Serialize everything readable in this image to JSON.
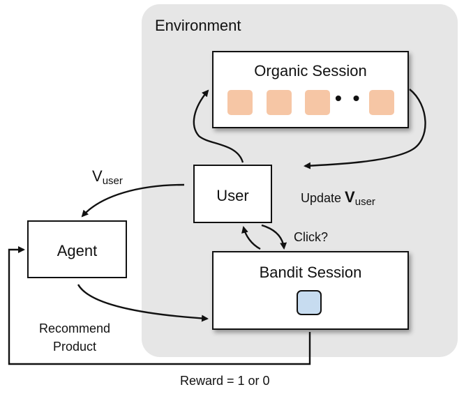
{
  "environment": {
    "title": "Environment"
  },
  "organic_session": {
    "title": "Organic Session",
    "item_color": "#f6c6a5",
    "ellipsis": "• • •"
  },
  "user": {
    "label": "User"
  },
  "agent": {
    "label": "Agent"
  },
  "bandit_session": {
    "title": "Bandit Session",
    "item_color": "#c7dcf0"
  },
  "labels": {
    "vuser_base": "V",
    "vuser_sub": "user",
    "update_prefix": "Update ",
    "click": "Click?",
    "recommend_line1": "Recommend",
    "recommend_line2": "Product",
    "reward": "Reward = 1 or 0"
  },
  "colors": {
    "environment_bg": "#e6e6e6"
  }
}
